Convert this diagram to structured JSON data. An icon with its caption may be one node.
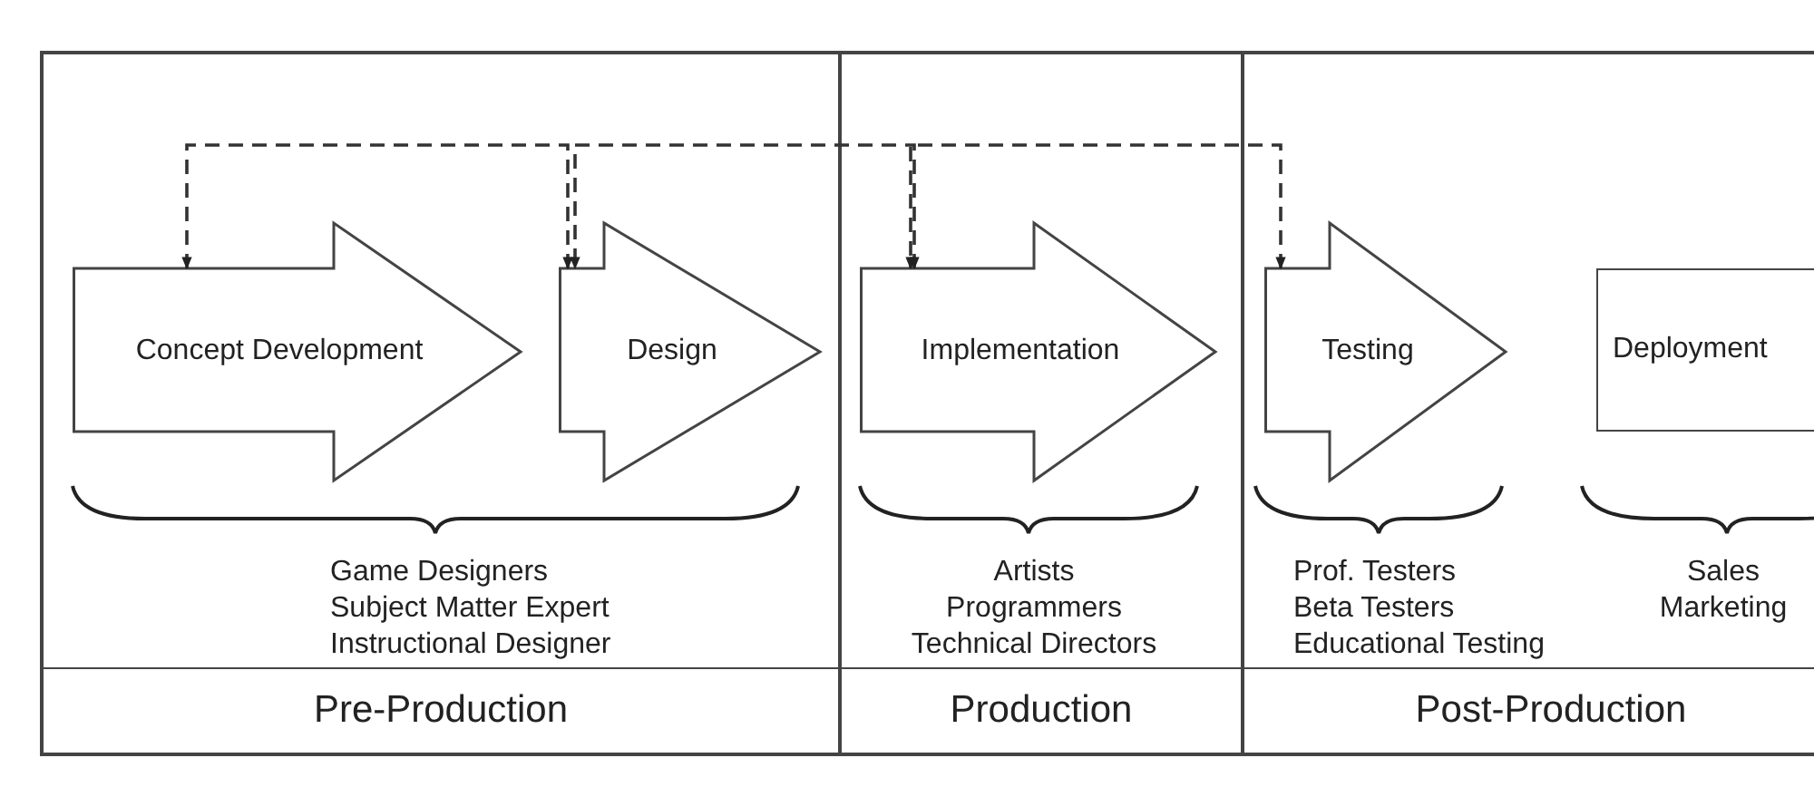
{
  "diagram": {
    "nodes": [
      {
        "text": [
          "Pre-Production"
        ]
      },
      {
        "text": [
          "Concept Development"
        ],
        "in": 0
      },
      {
        "text": [
          "Design"
        ],
        "in": 0
      },
      {
        "text": [
          "Production"
        ]
      },
      {
        "text": [
          "Implementation"
        ],
        "in": 3
      },
      {
        "text": [
          "Post-Production"
        ]
      },
      {
        "text": [
          "Testing"
        ],
        "in": 5
      },
      {
        "text": [
          "Deployment"
        ],
        "in": 5
      }
    ],
    "edges": [
      {
        "from": 2,
        "to": 1,
        "arrow": "both",
        "style": "dashed"
      },
      {
        "from": 4,
        "to": 2,
        "arrow": "both",
        "style": "dashed"
      },
      {
        "from": 6,
        "to": 4,
        "arrow": "both",
        "style": "dashed"
      }
    ],
    "labels": [
      "Game Designers",
      "Subject Matter Expert",
      "Instructional Designer",
      "Artists",
      "Programmers",
      "Technical Directors",
      "Prof. Testers",
      "Beta Testers",
      "Educational Testing",
      "Sales",
      "Marketing"
    ]
  }
}
